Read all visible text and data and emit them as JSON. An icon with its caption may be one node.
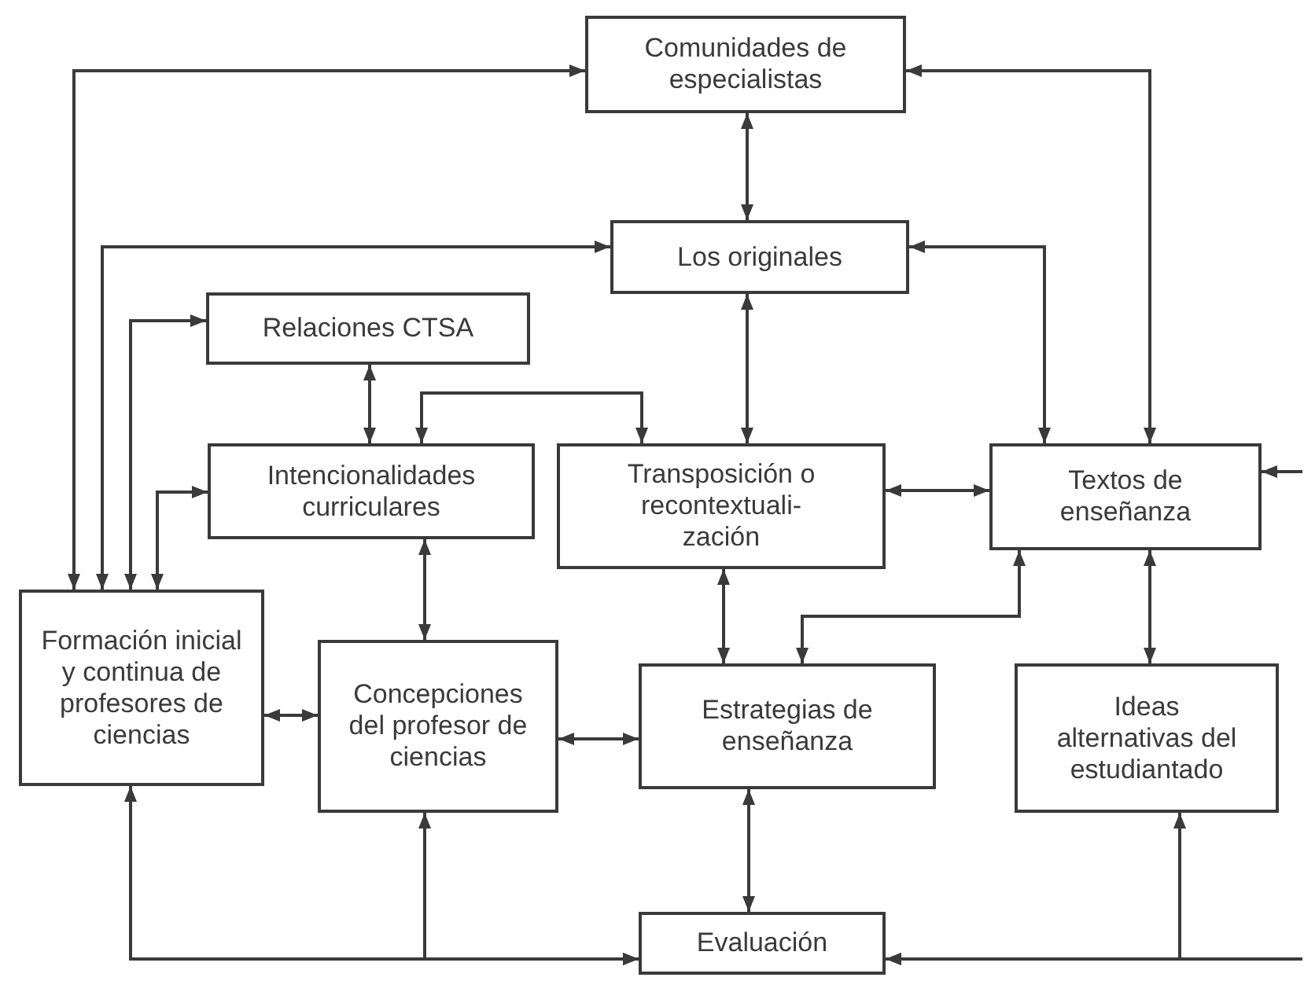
{
  "diagram": {
    "nodes": [
      {
        "text": [
          "Comunidades de especialistas"
        ]
      },
      {
        "text": [
          "Los originales"
        ]
      },
      {
        "text": [
          "Relaciones CTSA"
        ]
      },
      {
        "text": [
          "Intencionalidades curriculares"
        ]
      },
      {
        "text": [
          "Transposición o recontextuali- zación"
        ]
      },
      {
        "text": [
          "Textos de enseñanza"
        ]
      },
      {
        "text": [
          "Formación inicial y continua de profesores de ciencias"
        ]
      },
      {
        "text": [
          "Concepciones del profesor de ciencias"
        ]
      },
      {
        "text": [
          "Estrategias de enseñanza"
        ]
      },
      {
        "text": [
          "Ideas alternativas del estudiantado"
        ]
      },
      {
        "text": [
          "Evaluación"
        ]
      }
    ],
    "edges": [
      {
        "from": 6,
        "to": 0,
        "arrow": "both"
      },
      {
        "from": 6,
        "to": 1,
        "arrow": "both"
      },
      {
        "from": 6,
        "to": 2,
        "arrow": "both"
      },
      {
        "from": 6,
        "to": 3,
        "arrow": "both"
      },
      {
        "from": 0,
        "to": 1,
        "arrow": "both"
      },
      {
        "from": 0,
        "to": 5,
        "arrow": "both"
      },
      {
        "from": 1,
        "to": 5,
        "arrow": "both"
      },
      {
        "from": 1,
        "to": 4,
        "arrow": "both"
      },
      {
        "from": 2,
        "to": 3,
        "arrow": "both"
      },
      {
        "from": 3,
        "to": 4,
        "arrow": "both"
      },
      {
        "from": 4,
        "to": 5,
        "arrow": "both"
      },
      {
        "from": 3,
        "to": 7,
        "arrow": "both"
      },
      {
        "from": 6,
        "to": 7,
        "arrow": "both"
      },
      {
        "from": 7,
        "to": 8,
        "arrow": "both"
      },
      {
        "from": 4,
        "to": 8,
        "arrow": "both"
      },
      {
        "from": 5,
        "to": 8,
        "arrow": "both"
      },
      {
        "from": 5,
        "to": 9,
        "arrow": "both"
      },
      {
        "from": null,
        "to": 5,
        "arrow": "to"
      },
      {
        "from": 6,
        "to": 10,
        "arrow": "both"
      },
      {
        "from": 7,
        "to": 10,
        "arrow": "both"
      },
      {
        "from": 8,
        "to": 10,
        "arrow": "both"
      },
      {
        "from": 9,
        "to": 10,
        "arrow": "both"
      },
      {
        "from": null,
        "to": 10,
        "arrow": "to"
      }
    ]
  }
}
